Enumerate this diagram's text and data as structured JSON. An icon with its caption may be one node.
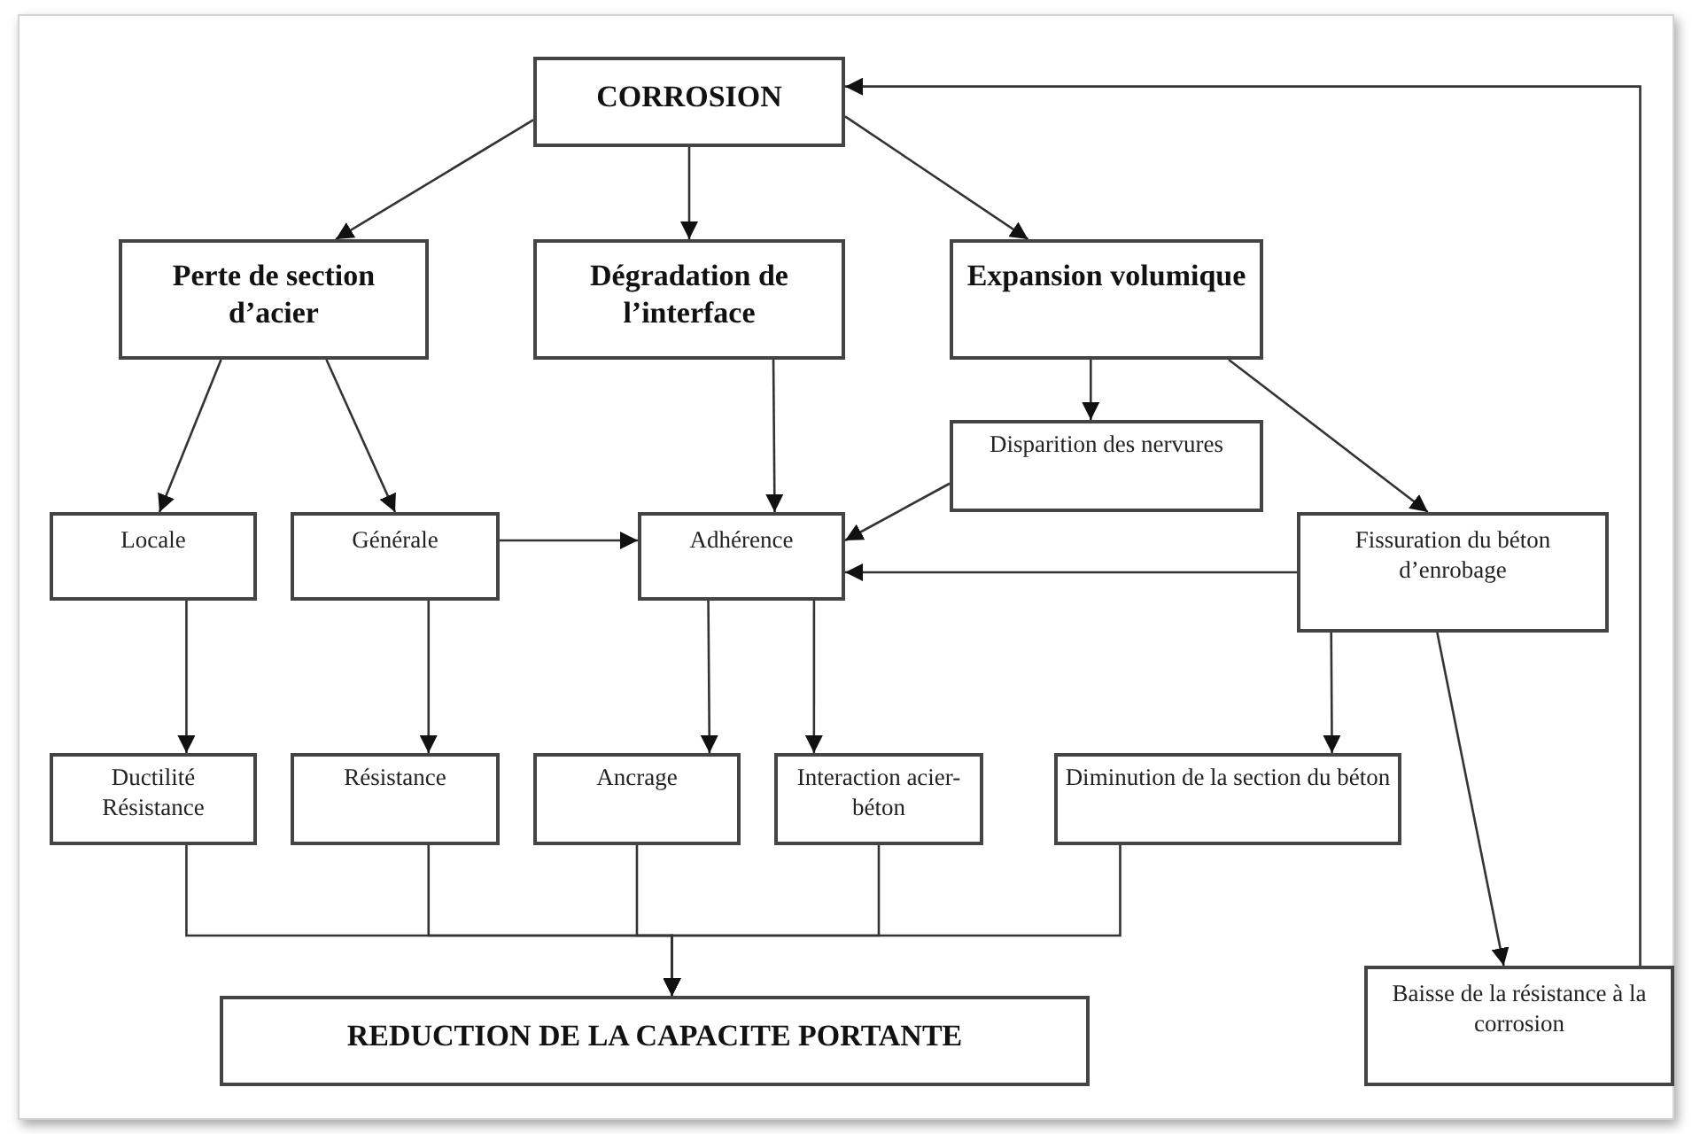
{
  "diagram": {
    "nodes": [
      {
        "text": [
          "CORROSION"
        ]
      },
      {
        "text": [
          "Perte de section d’acier"
        ]
      },
      {
        "text": [
          "Dégradation de l’interface"
        ]
      },
      {
        "text": [
          "Expansion volumique"
        ]
      },
      {
        "text": [
          "Disparition des nervures"
        ]
      },
      {
        "text": [
          "Locale"
        ]
      },
      {
        "text": [
          "Générale"
        ]
      },
      {
        "text": [
          "Adhérence"
        ]
      },
      {
        "text": [
          "Fissuration du béton d’enrobage"
        ]
      },
      {
        "text": [
          "Ductilité Résistance"
        ]
      },
      {
        "text": [
          "Résistance"
        ]
      },
      {
        "text": [
          "Ancrage"
        ]
      },
      {
        "text": [
          "Interaction acier-béton"
        ]
      },
      {
        "text": [
          "Diminution de la section du béton"
        ]
      },
      {
        "text": [
          "REDUCTION DE LA CAPACITE PORTANTE"
        ]
      },
      {
        "text": [
          "Baisse de la résistance à la corrosion"
        ]
      }
    ],
    "edges": [
      {
        "from": 0,
        "to": 1,
        "arrow": "to"
      },
      {
        "from": 0,
        "to": 2,
        "arrow": "to"
      },
      {
        "from": 0,
        "to": 3,
        "arrow": "to"
      },
      {
        "from": 1,
        "to": 5,
        "arrow": "to"
      },
      {
        "from": 1,
        "to": 6,
        "arrow": "to"
      },
      {
        "from": 2,
        "to": 7,
        "arrow": "to"
      },
      {
        "from": 3,
        "to": 4,
        "arrow": "to"
      },
      {
        "from": 3,
        "to": 8,
        "arrow": "to"
      },
      {
        "from": 4,
        "to": 7,
        "arrow": "to"
      },
      {
        "from": 6,
        "to": 7,
        "arrow": "to"
      },
      {
        "from": 8,
        "to": 7,
        "arrow": "to"
      },
      {
        "from": 5,
        "to": 9,
        "arrow": "to"
      },
      {
        "from": 6,
        "to": 10,
        "arrow": "to"
      },
      {
        "from": 7,
        "to": 11,
        "arrow": "to"
      },
      {
        "from": 7,
        "to": 12,
        "arrow": "to"
      },
      {
        "from": 8,
        "to": 13,
        "arrow": "to"
      },
      {
        "from": 8,
        "to": 15,
        "arrow": "to"
      },
      {
        "from": 15,
        "to": 0,
        "arrow": "to"
      },
      {
        "from": 9,
        "to": 14,
        "arrow": "to"
      },
      {
        "from": 10,
        "to": 14,
        "arrow": "to"
      },
      {
        "from": 11,
        "to": 14,
        "arrow": "to"
      },
      {
        "from": 12,
        "to": 14,
        "arrow": "to"
      },
      {
        "from": 13,
        "to": 14,
        "arrow": "to"
      }
    ]
  }
}
